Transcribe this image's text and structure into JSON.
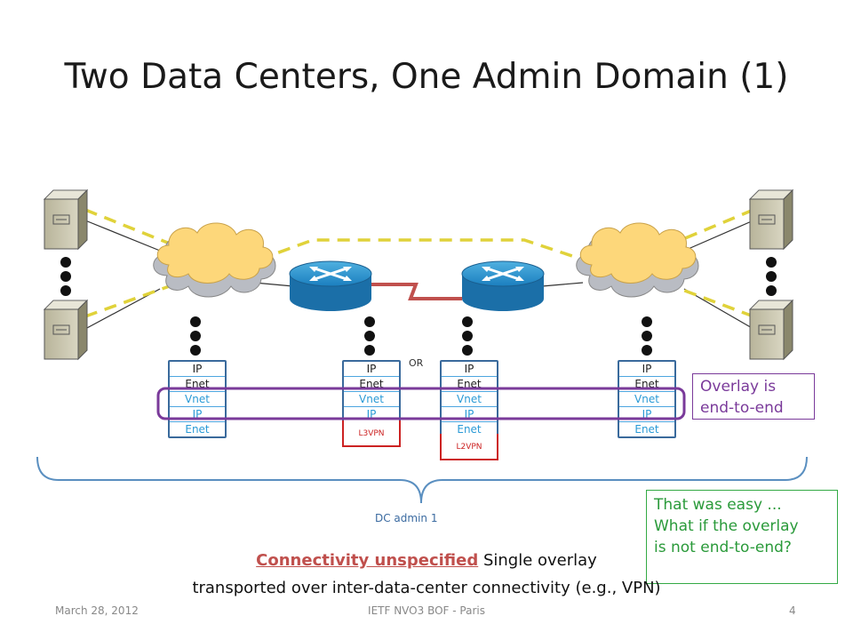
{
  "slide": {
    "title": "Two Data Centers, One Admin Domain (1)",
    "or_label": "OR",
    "stacks": [
      {
        "rows": [
          "IP",
          "Enet",
          "Vnet",
          "IP",
          "Enet"
        ]
      },
      {
        "rows": [
          "IP",
          "Enet",
          "Vnet",
          "IP"
        ],
        "vpn": "L3VPN"
      },
      {
        "rows": [
          "IP",
          "Enet",
          "Vnet",
          "IP",
          "Enet"
        ],
        "vpn": "L2VPN"
      },
      {
        "rows": [
          "IP",
          "Enet",
          "Vnet",
          "IP",
          "Enet"
        ]
      }
    ],
    "callout_overlay": [
      "Overlay is",
      "end-to-end"
    ],
    "callout_easy": [
      "That was easy ...",
      "What if the overlay",
      "is  not end-to-end?"
    ],
    "dc_label": "DC admin 1",
    "bottom_line1_emph": "Connectivity unspecified",
    "bottom_line1_rest": " Single overlay",
    "bottom_line2": "transported over inter-data-center connectivity (e.g.,  VPN)"
  },
  "footer": {
    "date": "March 28, 2012",
    "event": "IETF NVO3 BOF - Paris",
    "page": "4"
  },
  "colors": {
    "overlay": "#7a3a9a",
    "vpn": "#cc2222",
    "easy": "#33aa44",
    "dashed": "#e0d23a",
    "link": "#c0504d"
  },
  "icons": [
    "server-icon",
    "cloud-icon",
    "router-icon"
  ]
}
